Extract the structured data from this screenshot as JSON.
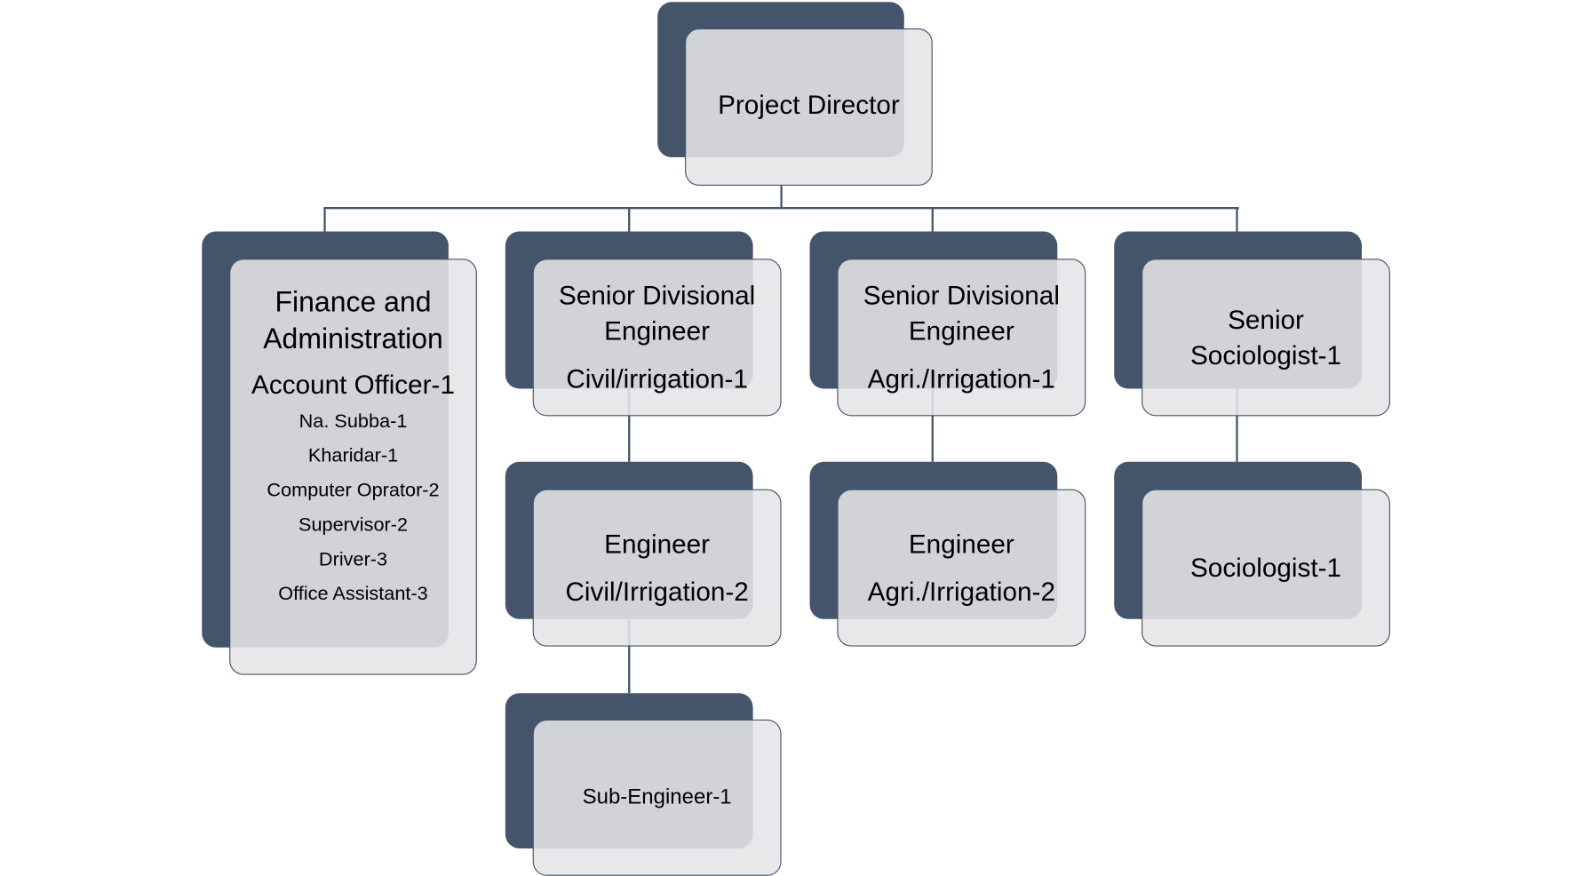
{
  "nodes": {
    "project_director": {
      "title": "Project Director"
    },
    "finance": {
      "title_1": "Finance and",
      "title_2": "Administration",
      "subtitle": "Account Officer-1",
      "staff": [
        "Na. Subba-1",
        "Kharidar-1",
        "Computer Oprator-2",
        "Supervisor-2",
        "Driver-3",
        "Office Assistant-3"
      ]
    },
    "sde_civil": {
      "line_1": "Senior Divisional",
      "line_2": "Engineer",
      "line_3": "Civil/irrigation-1"
    },
    "sde_agri": {
      "line_1": "Senior Divisional",
      "line_2": "Engineer",
      "line_3": "Agri./Irrigation-1"
    },
    "senior_sociologist": {
      "line_1": "Senior",
      "line_2": "Sociologist-1"
    },
    "eng_civil": {
      "line_1": "Engineer",
      "line_2": "Civil/Irrigation-2"
    },
    "eng_agri": {
      "line_1": "Engineer",
      "line_2": "Agri./Irrigation-2"
    },
    "sociologist": {
      "line_1": "Sociologist-1"
    },
    "sub_engineer": {
      "line_1": "Sub-Engineer-1"
    }
  },
  "colors": {
    "dark": "#44546a",
    "box": "#e5e5e7"
  }
}
